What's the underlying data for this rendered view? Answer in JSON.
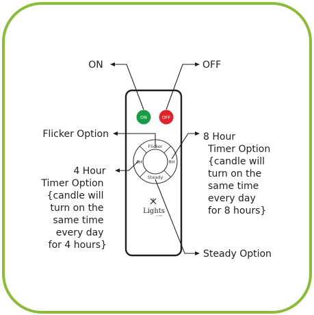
{
  "colors": {
    "frame_border": "#8cbb3a",
    "on_button": "#1a9b46",
    "off_button": "#e0242b",
    "remote_body": "#ffffff",
    "remote_outline": "#1e1e1e"
  },
  "remote": {
    "on_button_label": "ON",
    "off_button_label": "OFF",
    "dial_top": "Flicker",
    "dial_left": "4H",
    "dial_right": "8H",
    "dial_bottom": "Steady",
    "logo_icon": "star-burst-icon",
    "logo_text": "Lights",
    "logo_sub": "4 YOU"
  },
  "callouts": {
    "on": "ON",
    "off": "OFF",
    "flicker": "Flicker Option",
    "timer_8h_lines": [
      "8 Hour",
      "Timer Option",
      "{candle will",
      "turn on the",
      "same time",
      "every day",
      "for 8 hours}"
    ],
    "timer_4h_lines": [
      "4 Hour",
      "Timer Option",
      "{candle will",
      "turn on the",
      "same time",
      "every day",
      "for 4 hours}"
    ],
    "steady": "Steady Option"
  }
}
